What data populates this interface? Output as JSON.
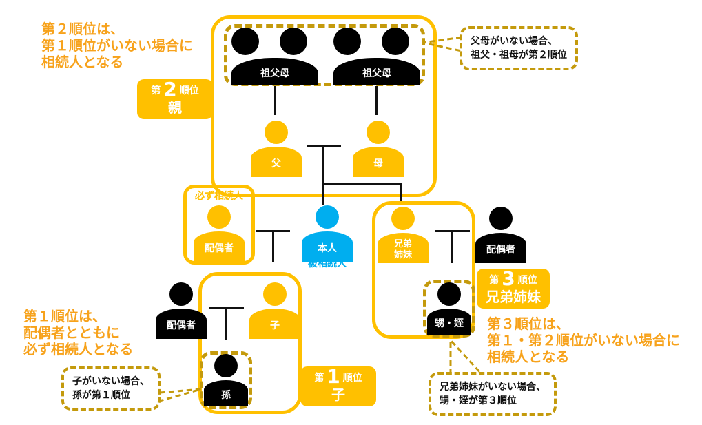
{
  "colors": {
    "primary_yellow": "#FFC000",
    "note_orange": "#F7A21B",
    "dash_gold": "#C49A0C",
    "self_blue": "#00AEEF",
    "black": "#000000"
  },
  "notes": {
    "rank2": "第２順位は、\n第１順位がいない場合に\n相続人となる",
    "rank1": "第１順位は、\n配偶者とともに\n必ず相続人となる",
    "rank3": "第３順位は、\n第１・第２順位がいない場合に\n相続人となる"
  },
  "callouts": {
    "grandparents": "父母がいない場合、\n祖父・祖母が第２順位",
    "grandchild": "子がいない場合、\n孫が第１順位",
    "nephew": "兄弟姉妹がいない場合、\n甥・姪が第３順位"
  },
  "badges": {
    "rank2": {
      "prefix": "第",
      "number": "2",
      "suffix": "順位",
      "label": "親"
    },
    "rank1": {
      "prefix": "第",
      "number": "1",
      "suffix": "順位",
      "label": "子"
    },
    "rank3": {
      "prefix": "第",
      "number": "3",
      "suffix": "順位",
      "label": "兄弟姉妹"
    }
  },
  "people": {
    "grandparents_left": "祖父母",
    "grandparents_right": "祖父母",
    "father": "父",
    "mother": "母",
    "spouse": "配偶者",
    "spouse_caption": "必ず相続人",
    "self": "本人",
    "self_caption": "被相続人",
    "sibling": "兄弟\n姉妹",
    "sibling_spouse": "配偶者",
    "nephew_niece": "甥・姪",
    "child_spouse": "配偶者",
    "child": "子",
    "grandchild": "孫"
  }
}
